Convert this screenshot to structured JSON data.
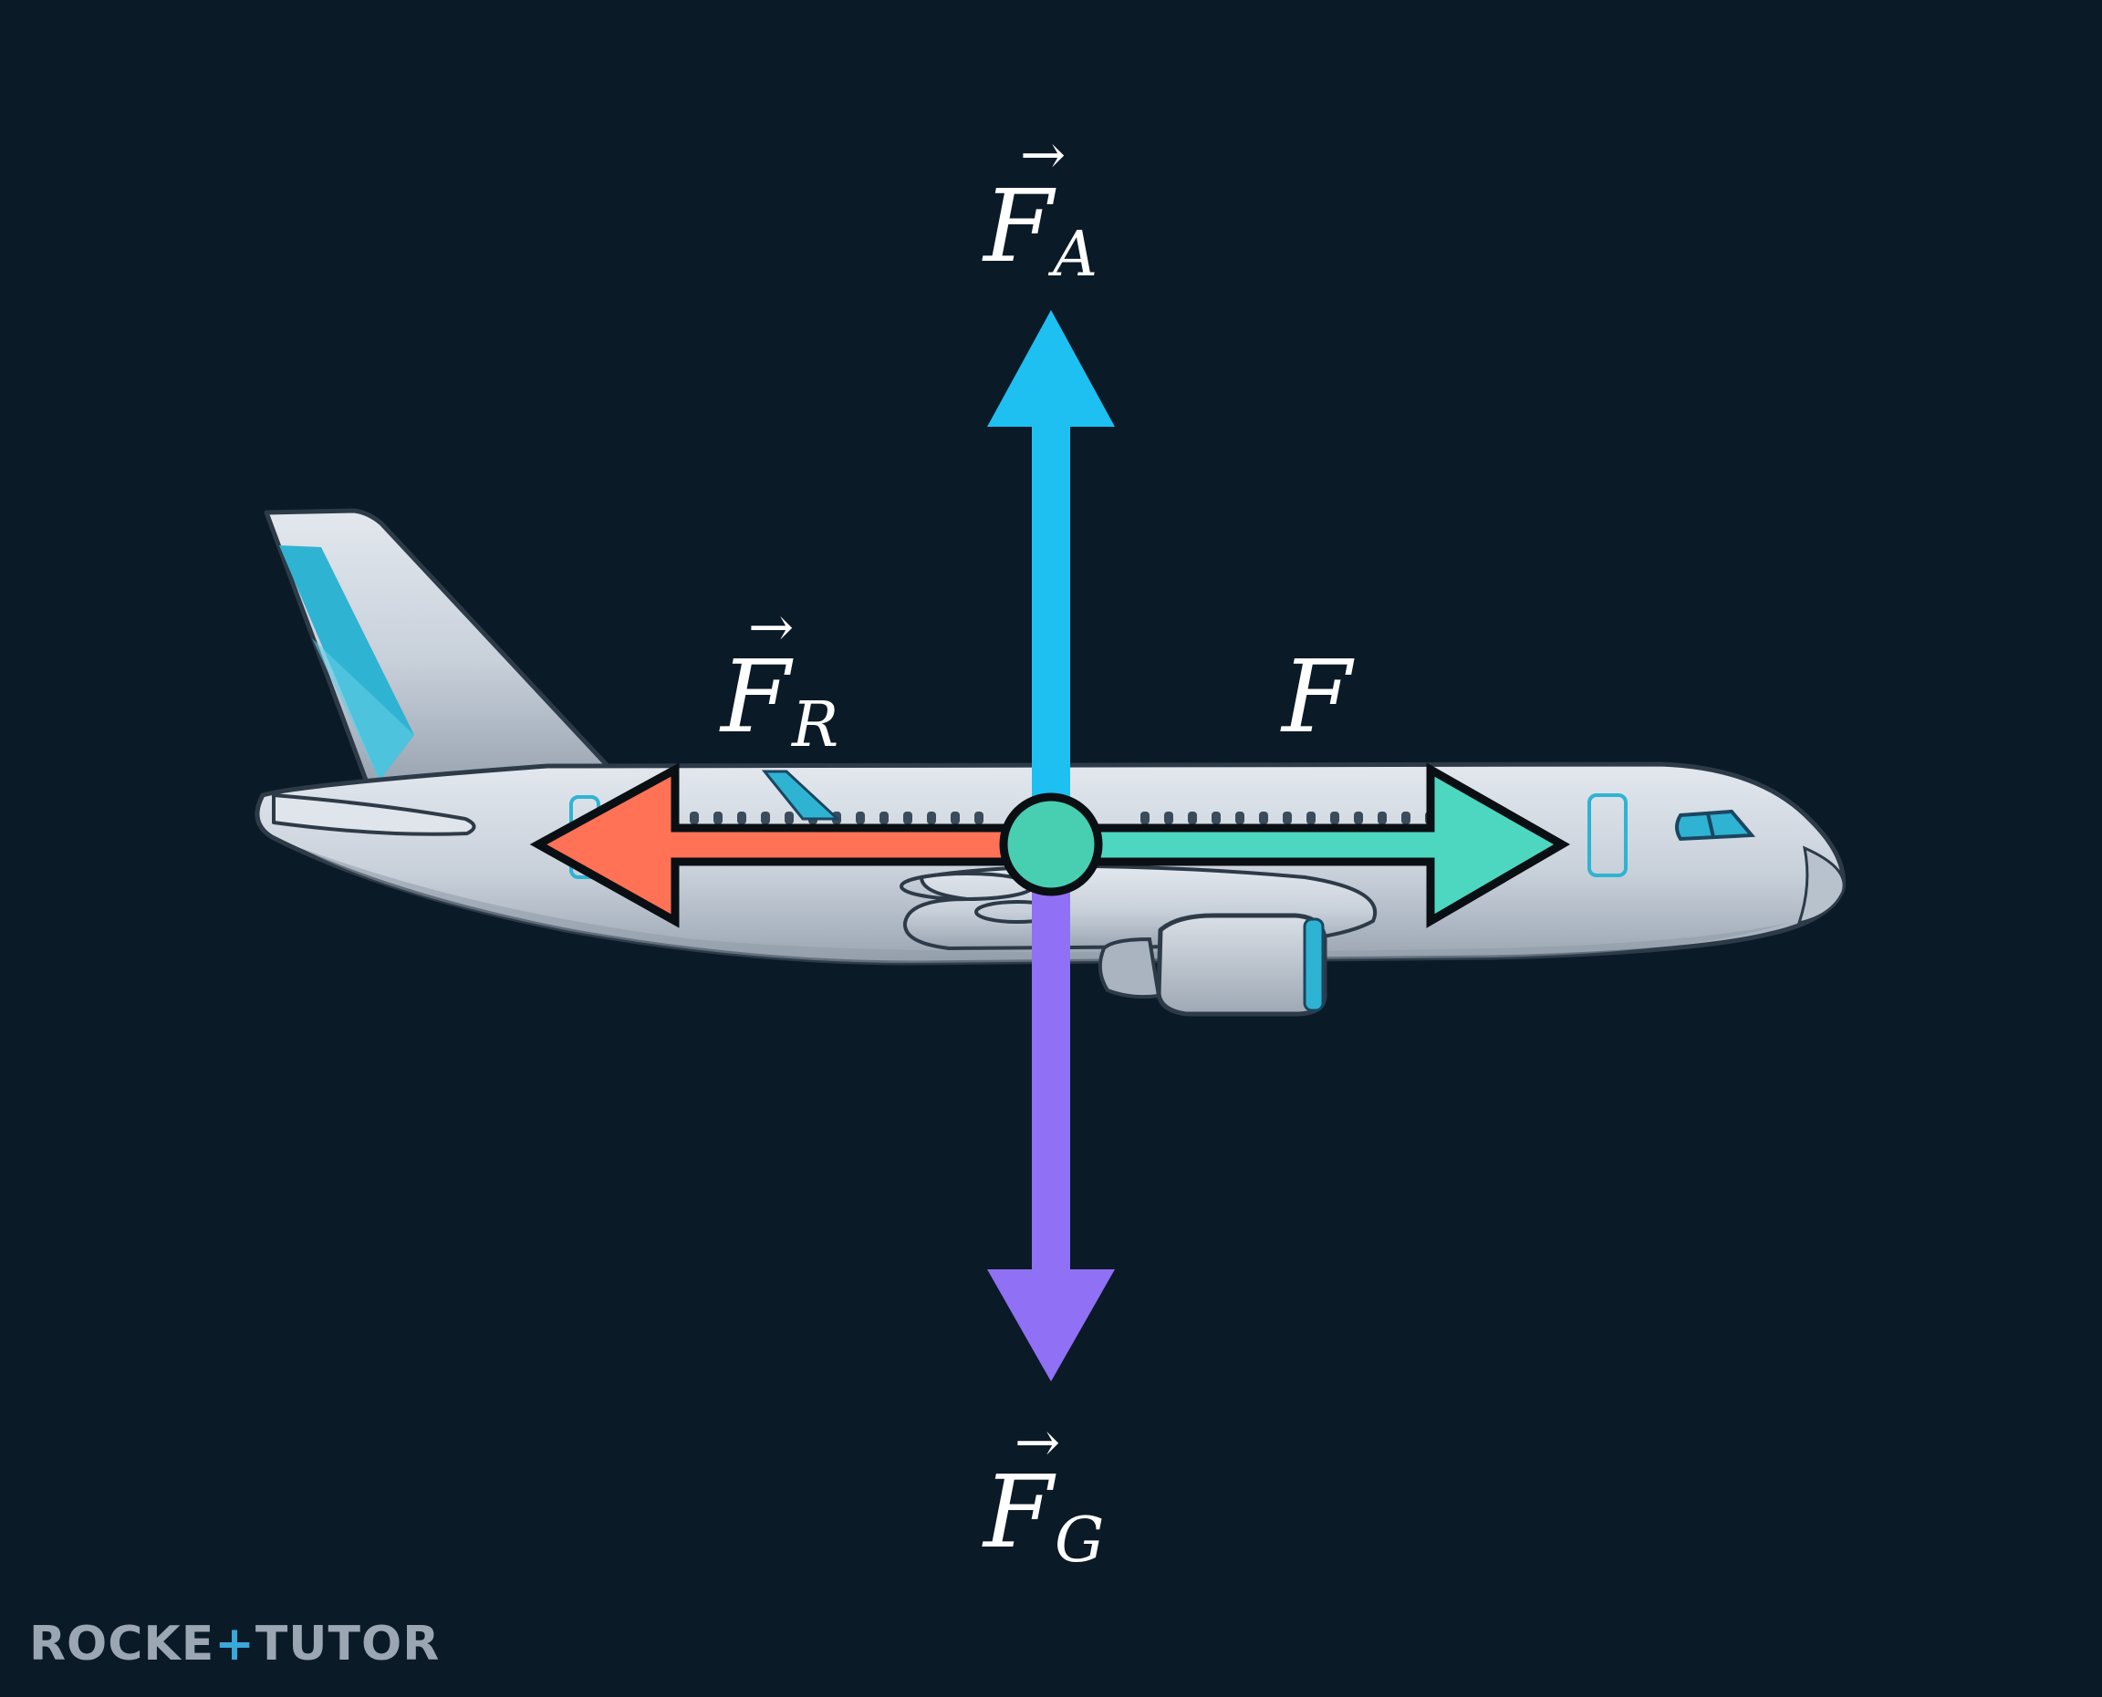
{
  "forces": {
    "lift": {
      "symbol": "F",
      "subscript": "A",
      "vector": true,
      "color": "#1ec0f2"
    },
    "drag": {
      "symbol": "F",
      "subscript": "R",
      "vector": true,
      "color": "#ff7256"
    },
    "thrust": {
      "symbol": "F",
      "subscript": "",
      "vector": false,
      "color": "#4ed7c0"
    },
    "weight": {
      "symbol": "F",
      "subscript": "G",
      "vector": true,
      "color": "#9070f5"
    }
  },
  "center_point": {
    "color": "#48cfb2"
  },
  "airplane": {
    "body_color": "#c9d2dc",
    "accent_color": "#2fb3d3"
  },
  "brand": {
    "part1": "ROCKE",
    "part2": "TUTO",
    "part3": "R",
    "text_color": "#9aa6b2",
    "accent_color": "#3aa8d8"
  },
  "background": "#0b1a27"
}
